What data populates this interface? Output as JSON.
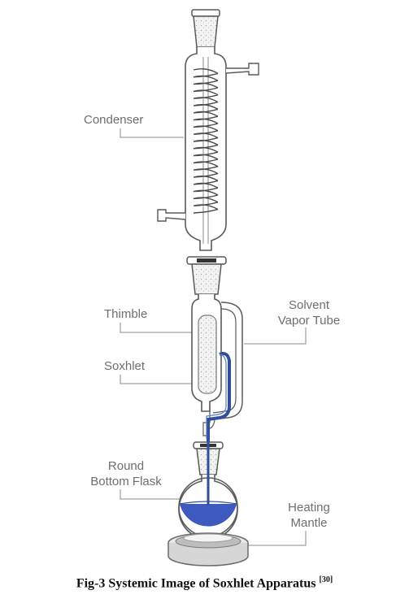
{
  "labels": {
    "condenser": "Condenser",
    "thimble": "Thimble",
    "soxhlet": "Soxhlet",
    "solvent_vapor_tube_line1": "Solvent",
    "solvent_vapor_tube_line2": "Vapor Tube",
    "round_bottom_flask_line1": "Round",
    "round_bottom_flask_line2": "Bottom Flask",
    "heating_mantle_line1": "Heating",
    "heating_mantle_line2": "Mantle"
  },
  "caption": {
    "text": "Fig-3 Systemic Image of Soxhlet Apparatus",
    "ref": "[30]"
  },
  "colors": {
    "glass_outline": "#5a5a5a",
    "solvent_blue": "#3d5bbf",
    "tube_blue": "#2f4f9a",
    "label_gray": "#6e6e6e",
    "leader_gray": "#8a8a8a"
  }
}
